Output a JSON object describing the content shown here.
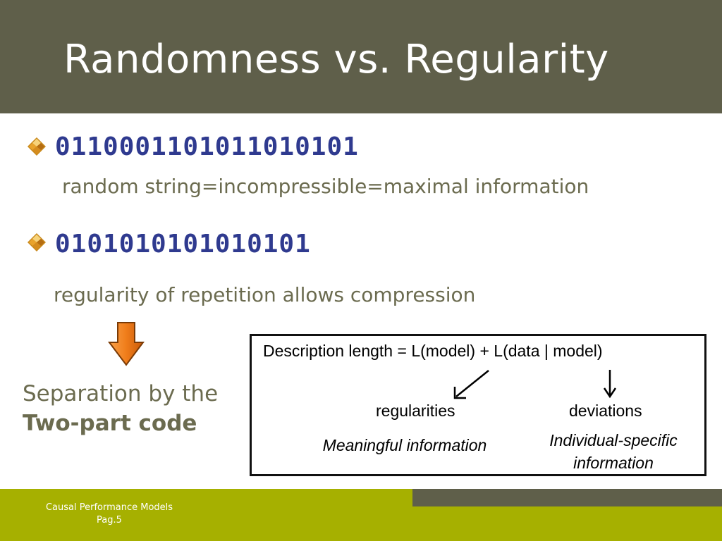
{
  "slide": {
    "title": "Randomness vs. Regularity"
  },
  "bullets": [
    {
      "code": "0110001101011010101",
      "caption": "random string=incompressible=maximal information"
    },
    {
      "code": "0101010101010101",
      "caption": "regularity of repetition allows compression"
    }
  ],
  "separation": {
    "line1": "Separation by the",
    "line2": "Two-part code"
  },
  "description_box": {
    "formula": "Description length = L(model) + L(data | model)",
    "left_label": "regularities",
    "right_label": "deviations",
    "left_note": "Meaningful information",
    "right_note_line1": "Individual-specific",
    "right_note_line2": "information"
  },
  "footer": {
    "line1": "Causal Performance  Models",
    "line2": "Pag.5"
  },
  "icons": {
    "bullet": "diamond-bullet-icon",
    "down_arrow": "orange-down-arrow-icon"
  },
  "colors": {
    "title_bar": "#5f5f4a",
    "code_text": "#2f3a8f",
    "body_text": "#6b6b4f",
    "footer_band": "#a6b000",
    "arrow_orange": "#f07d1a"
  }
}
